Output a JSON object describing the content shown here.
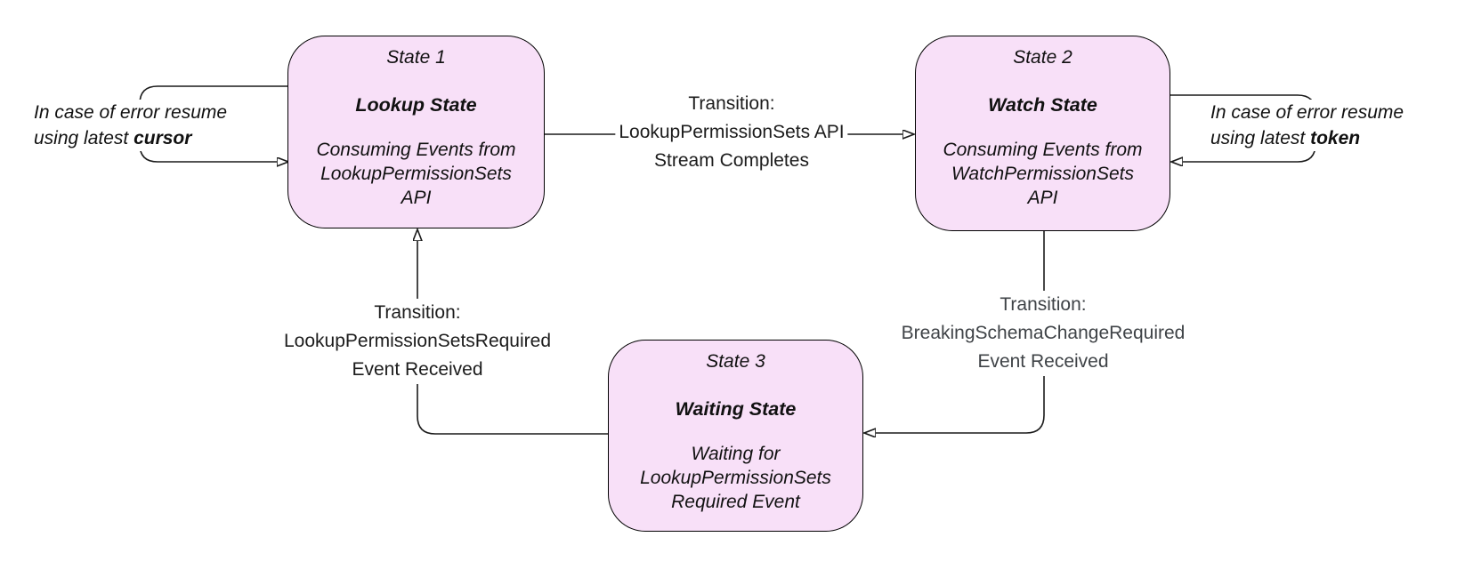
{
  "diagram": {
    "states": [
      {
        "id": "state1",
        "title": "State 1",
        "name": "Lookup State",
        "desc_line1": "Consuming Events from",
        "desc_line2": "LookupPermissionSets",
        "desc_line3": "API"
      },
      {
        "id": "state2",
        "title": "State 2",
        "name": "Watch State",
        "desc_line1": "Consuming Events from",
        "desc_line2": "WatchPermissionSets",
        "desc_line3": "API"
      },
      {
        "id": "state3",
        "title": "State 3",
        "name": "Waiting State",
        "desc_line1": "Waiting for",
        "desc_line2": "LookupPermissionSets",
        "desc_line3": "Required Event"
      }
    ],
    "transitions": [
      {
        "from": "State 1",
        "to": "State 2",
        "line1": "Transition:",
        "line2": "LookupPermissionSets API",
        "line3": "Stream Completes"
      },
      {
        "from": "State 2",
        "to": "State 3",
        "line1": "Transition:",
        "line2": "BreakingSchemaChangeRequired",
        "line3": "Event Received"
      },
      {
        "from": "State 3",
        "to": "State 1",
        "line1": "Transition:",
        "line2": "LookupPermissionSetsRequired",
        "line3": "Event Received"
      }
    ],
    "error_loops": [
      {
        "state": "State 1",
        "line1": "In case of error resume",
        "line2_prefix": "using latest ",
        "line2_bold": "cursor"
      },
      {
        "state": "State 2",
        "line1": "In case of error resume",
        "line2_prefix": "using latest ",
        "line2_bold": "token"
      }
    ],
    "colors": {
      "state_fill": "#f8e0f8",
      "state_border": "#000000",
      "edge": "#1a1a1a",
      "text": "#111111",
      "transition_text": "#1c1c1c",
      "transition_text_muted": "#3f4347",
      "background": "#ffffff"
    }
  }
}
